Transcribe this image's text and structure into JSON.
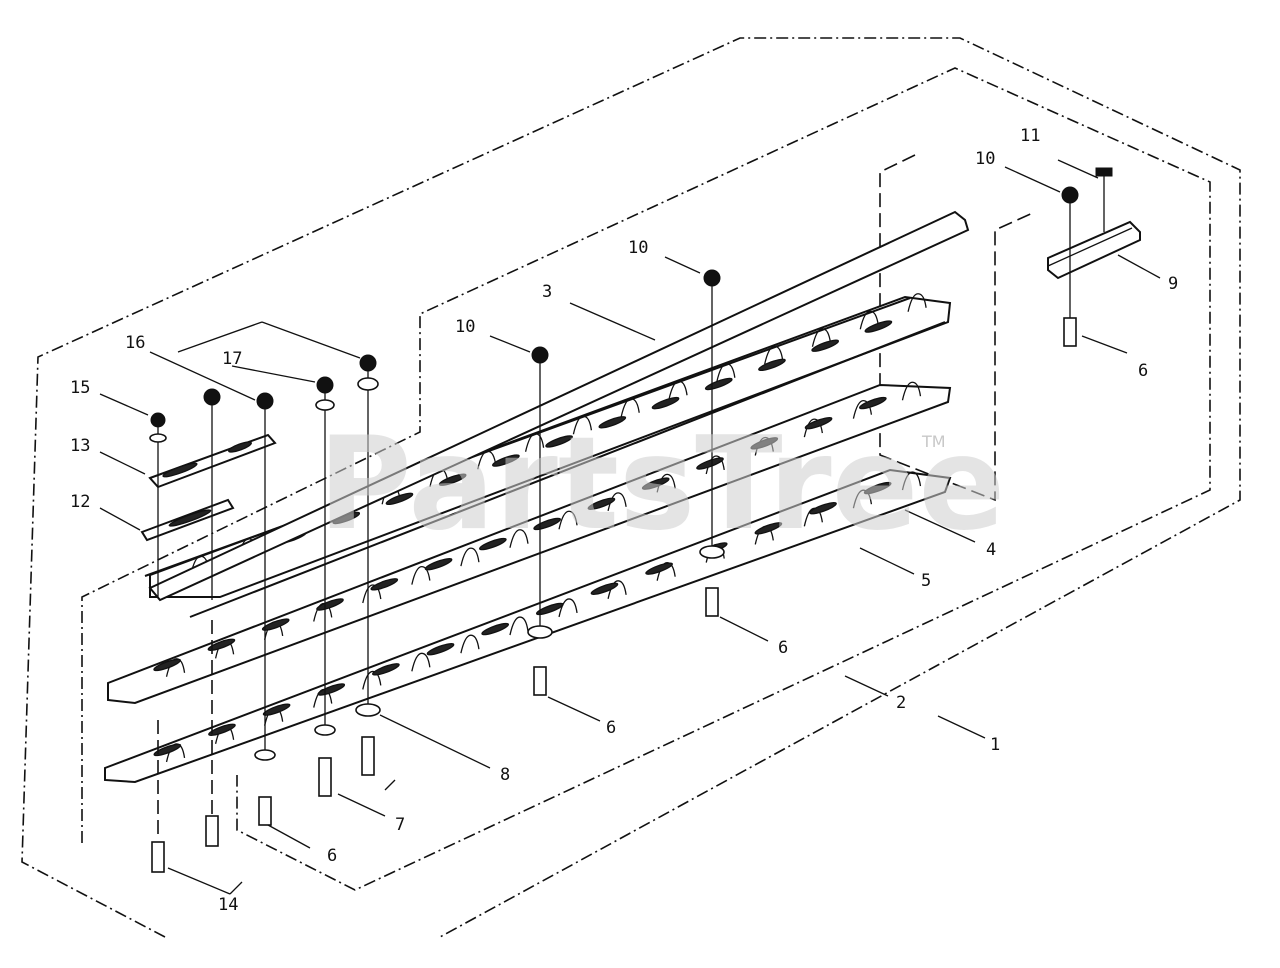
{
  "watermark": {
    "text": "PartsTree",
    "trademark": "TM"
  },
  "callouts": [
    {
      "id": "c1",
      "text": "1"
    },
    {
      "id": "c2",
      "text": "2"
    },
    {
      "id": "c3",
      "text": "3"
    },
    {
      "id": "c4",
      "text": "4"
    },
    {
      "id": "c5",
      "text": "5"
    },
    {
      "id": "c6a",
      "text": "6"
    },
    {
      "id": "c6b",
      "text": "6"
    },
    {
      "id": "c6c",
      "text": "6"
    },
    {
      "id": "c6d",
      "text": "6"
    },
    {
      "id": "c7",
      "text": "7"
    },
    {
      "id": "c8",
      "text": "8"
    },
    {
      "id": "c9",
      "text": "9"
    },
    {
      "id": "c10a",
      "text": "10"
    },
    {
      "id": "c10b",
      "text": "10"
    },
    {
      "id": "c10c",
      "text": "10"
    },
    {
      "id": "c11",
      "text": "11"
    },
    {
      "id": "c12",
      "text": "12"
    },
    {
      "id": "c13",
      "text": "13"
    },
    {
      "id": "c14",
      "text": "14"
    },
    {
      "id": "c15",
      "text": "15"
    },
    {
      "id": "c16",
      "text": "16"
    },
    {
      "id": "c17",
      "text": "17"
    }
  ]
}
